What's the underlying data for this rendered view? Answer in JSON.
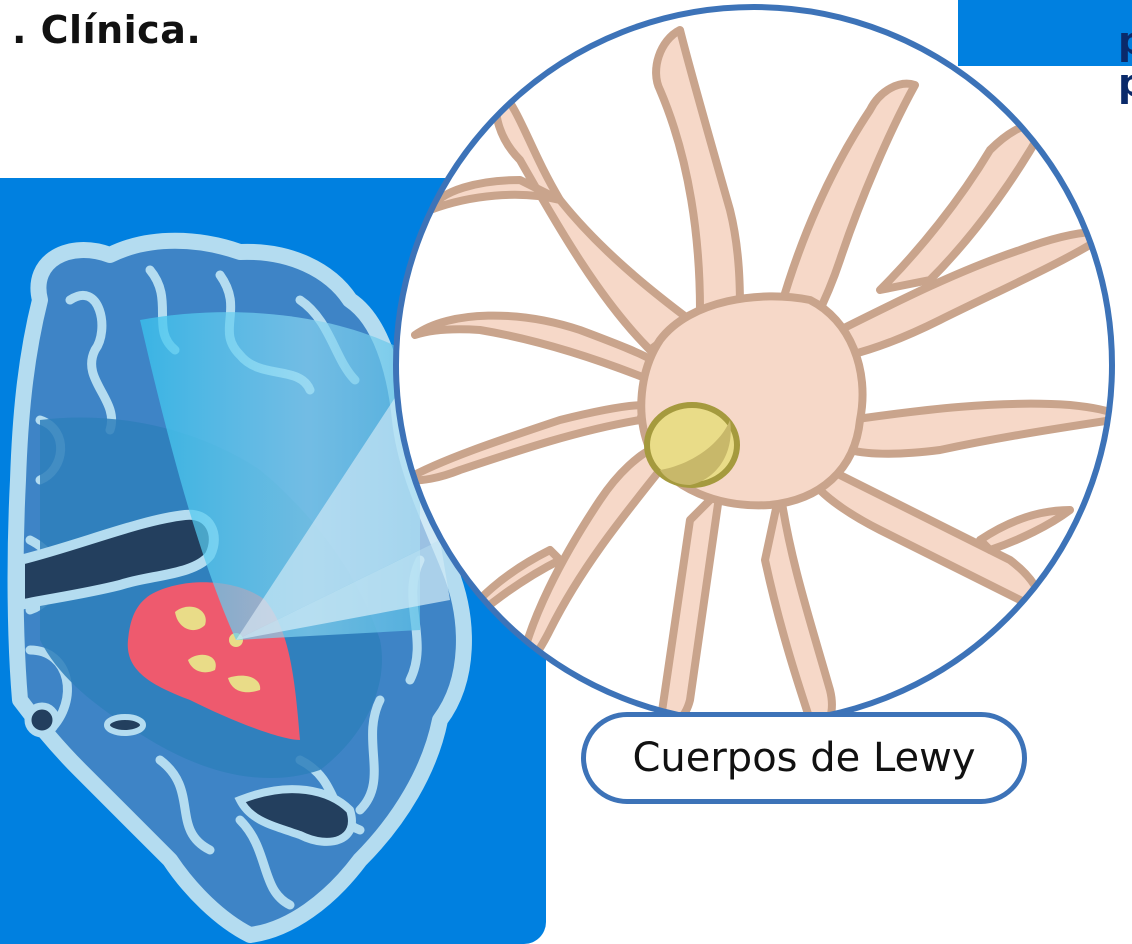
{
  "header": {
    "title": ". Clínica.",
    "right_fragment": [
      "p",
      "p"
    ]
  },
  "callout": {
    "label": "Cuerpos de Lewy"
  },
  "colors": {
    "panel_blue": "#0080e0",
    "circle_border": "#3d73b8",
    "neuron_fill": "#f6d8c8",
    "neuron_outline": "#c9a48c",
    "lewy_body": "#e9dc88",
    "basal_ganglia": "#ee5a6e",
    "brain_tissue": "#4d8fcf",
    "brain_outline": "#b4dcf0",
    "ventricle": "#233f5e"
  }
}
